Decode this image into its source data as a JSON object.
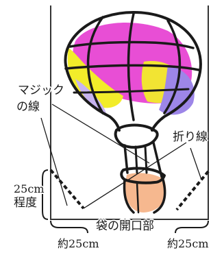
{
  "labels": {
    "magic_line_1": "マジック",
    "magic_line_2": "の線",
    "fold_line": "折り線",
    "height_value": "25cm",
    "height_suffix": "程度",
    "bag_opening": "袋の開口部",
    "width_left": "約25cm",
    "width_right": "約25cm"
  },
  "colors": {
    "balloon_outline": "#1a1a1a",
    "balloon_yellow": "#f2ec2a",
    "balloon_magenta": "#e63bd0",
    "balloon_purple": "#9d86e8",
    "balloon_lavender": "#c7b4f0",
    "basket_peach": "#f6b88f",
    "bag_outline": "#333333",
    "fold_dashes": "#1a1a1a"
  }
}
